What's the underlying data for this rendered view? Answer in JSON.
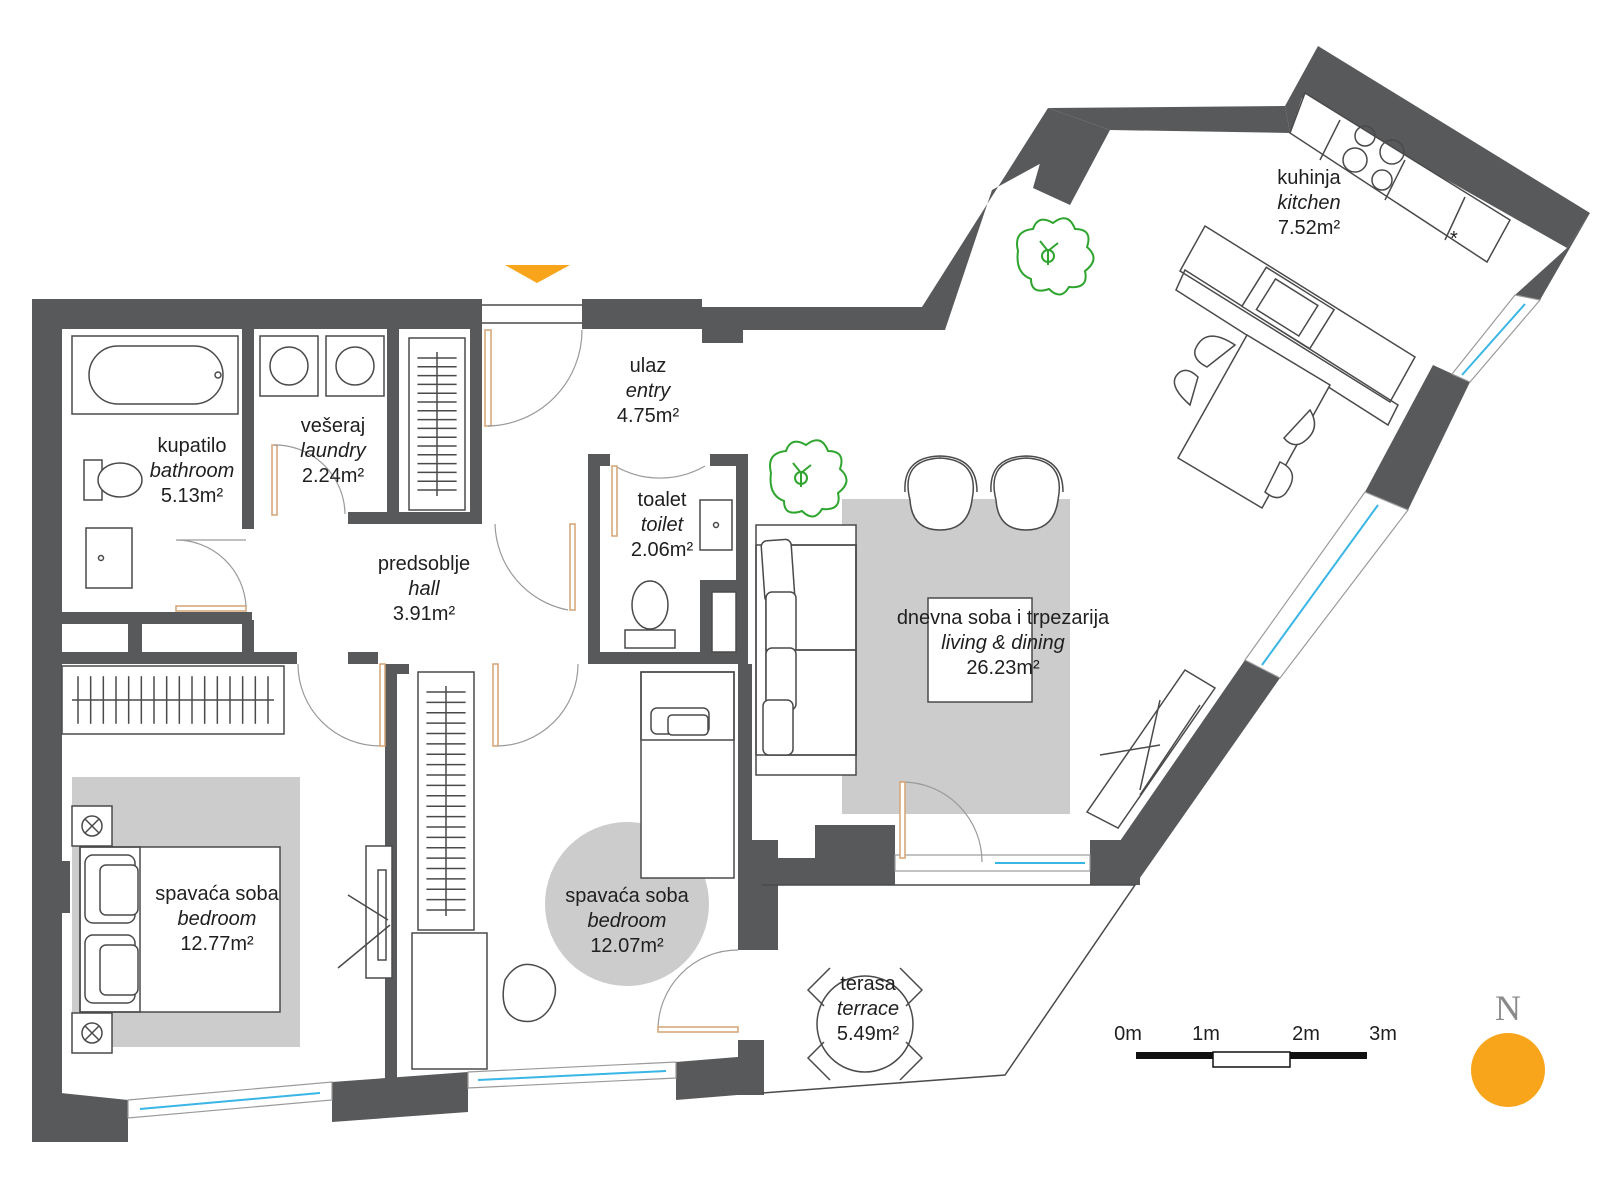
{
  "rooms": {
    "kupatilo": {
      "name": "kupatilo",
      "name_en": "bathroom",
      "area": "5.13m²"
    },
    "veseraj": {
      "name": "vešeraj",
      "name_en": "laundry",
      "area": "2.24m²"
    },
    "ulaz": {
      "name": "ulaz",
      "name_en": "entry",
      "area": "4.75m²"
    },
    "toalet": {
      "name": "toalet",
      "name_en": "toilet",
      "area": "2.06m²"
    },
    "predsoblje": {
      "name": "predsoblje",
      "name_en": "hall",
      "area": "3.91m²"
    },
    "kuhinja": {
      "name": "kuhinja",
      "name_en": "kitchen",
      "area": "7.52m²"
    },
    "dnevna": {
      "name": "dnevna soba i trpezarija",
      "name_en": "living & dining",
      "area": "26.23m²"
    },
    "spavaca1": {
      "name": "spavaća soba",
      "name_en": "bedroom",
      "area": "12.77m²"
    },
    "spavaca2": {
      "name": "spavaća soba",
      "name_en": "bedroom",
      "area": "12.07m²"
    },
    "terasa": {
      "name": "terasa",
      "name_en": "terrace",
      "area": "5.49m²"
    }
  },
  "scale": {
    "labels": [
      "0m",
      "1m",
      "2m",
      "3m"
    ]
  },
  "compass": {
    "label": "N"
  },
  "colors": {
    "wall": "#58595b",
    "accent": "#f9a51b",
    "rug": "#cccccc",
    "glass": "#39b6e6",
    "door": "#d4a373",
    "plant": "#2fa52f"
  },
  "icons": [
    "entrance-marker-icon",
    "plant-icon",
    "north-arrow-icon",
    "sun-icon"
  ]
}
